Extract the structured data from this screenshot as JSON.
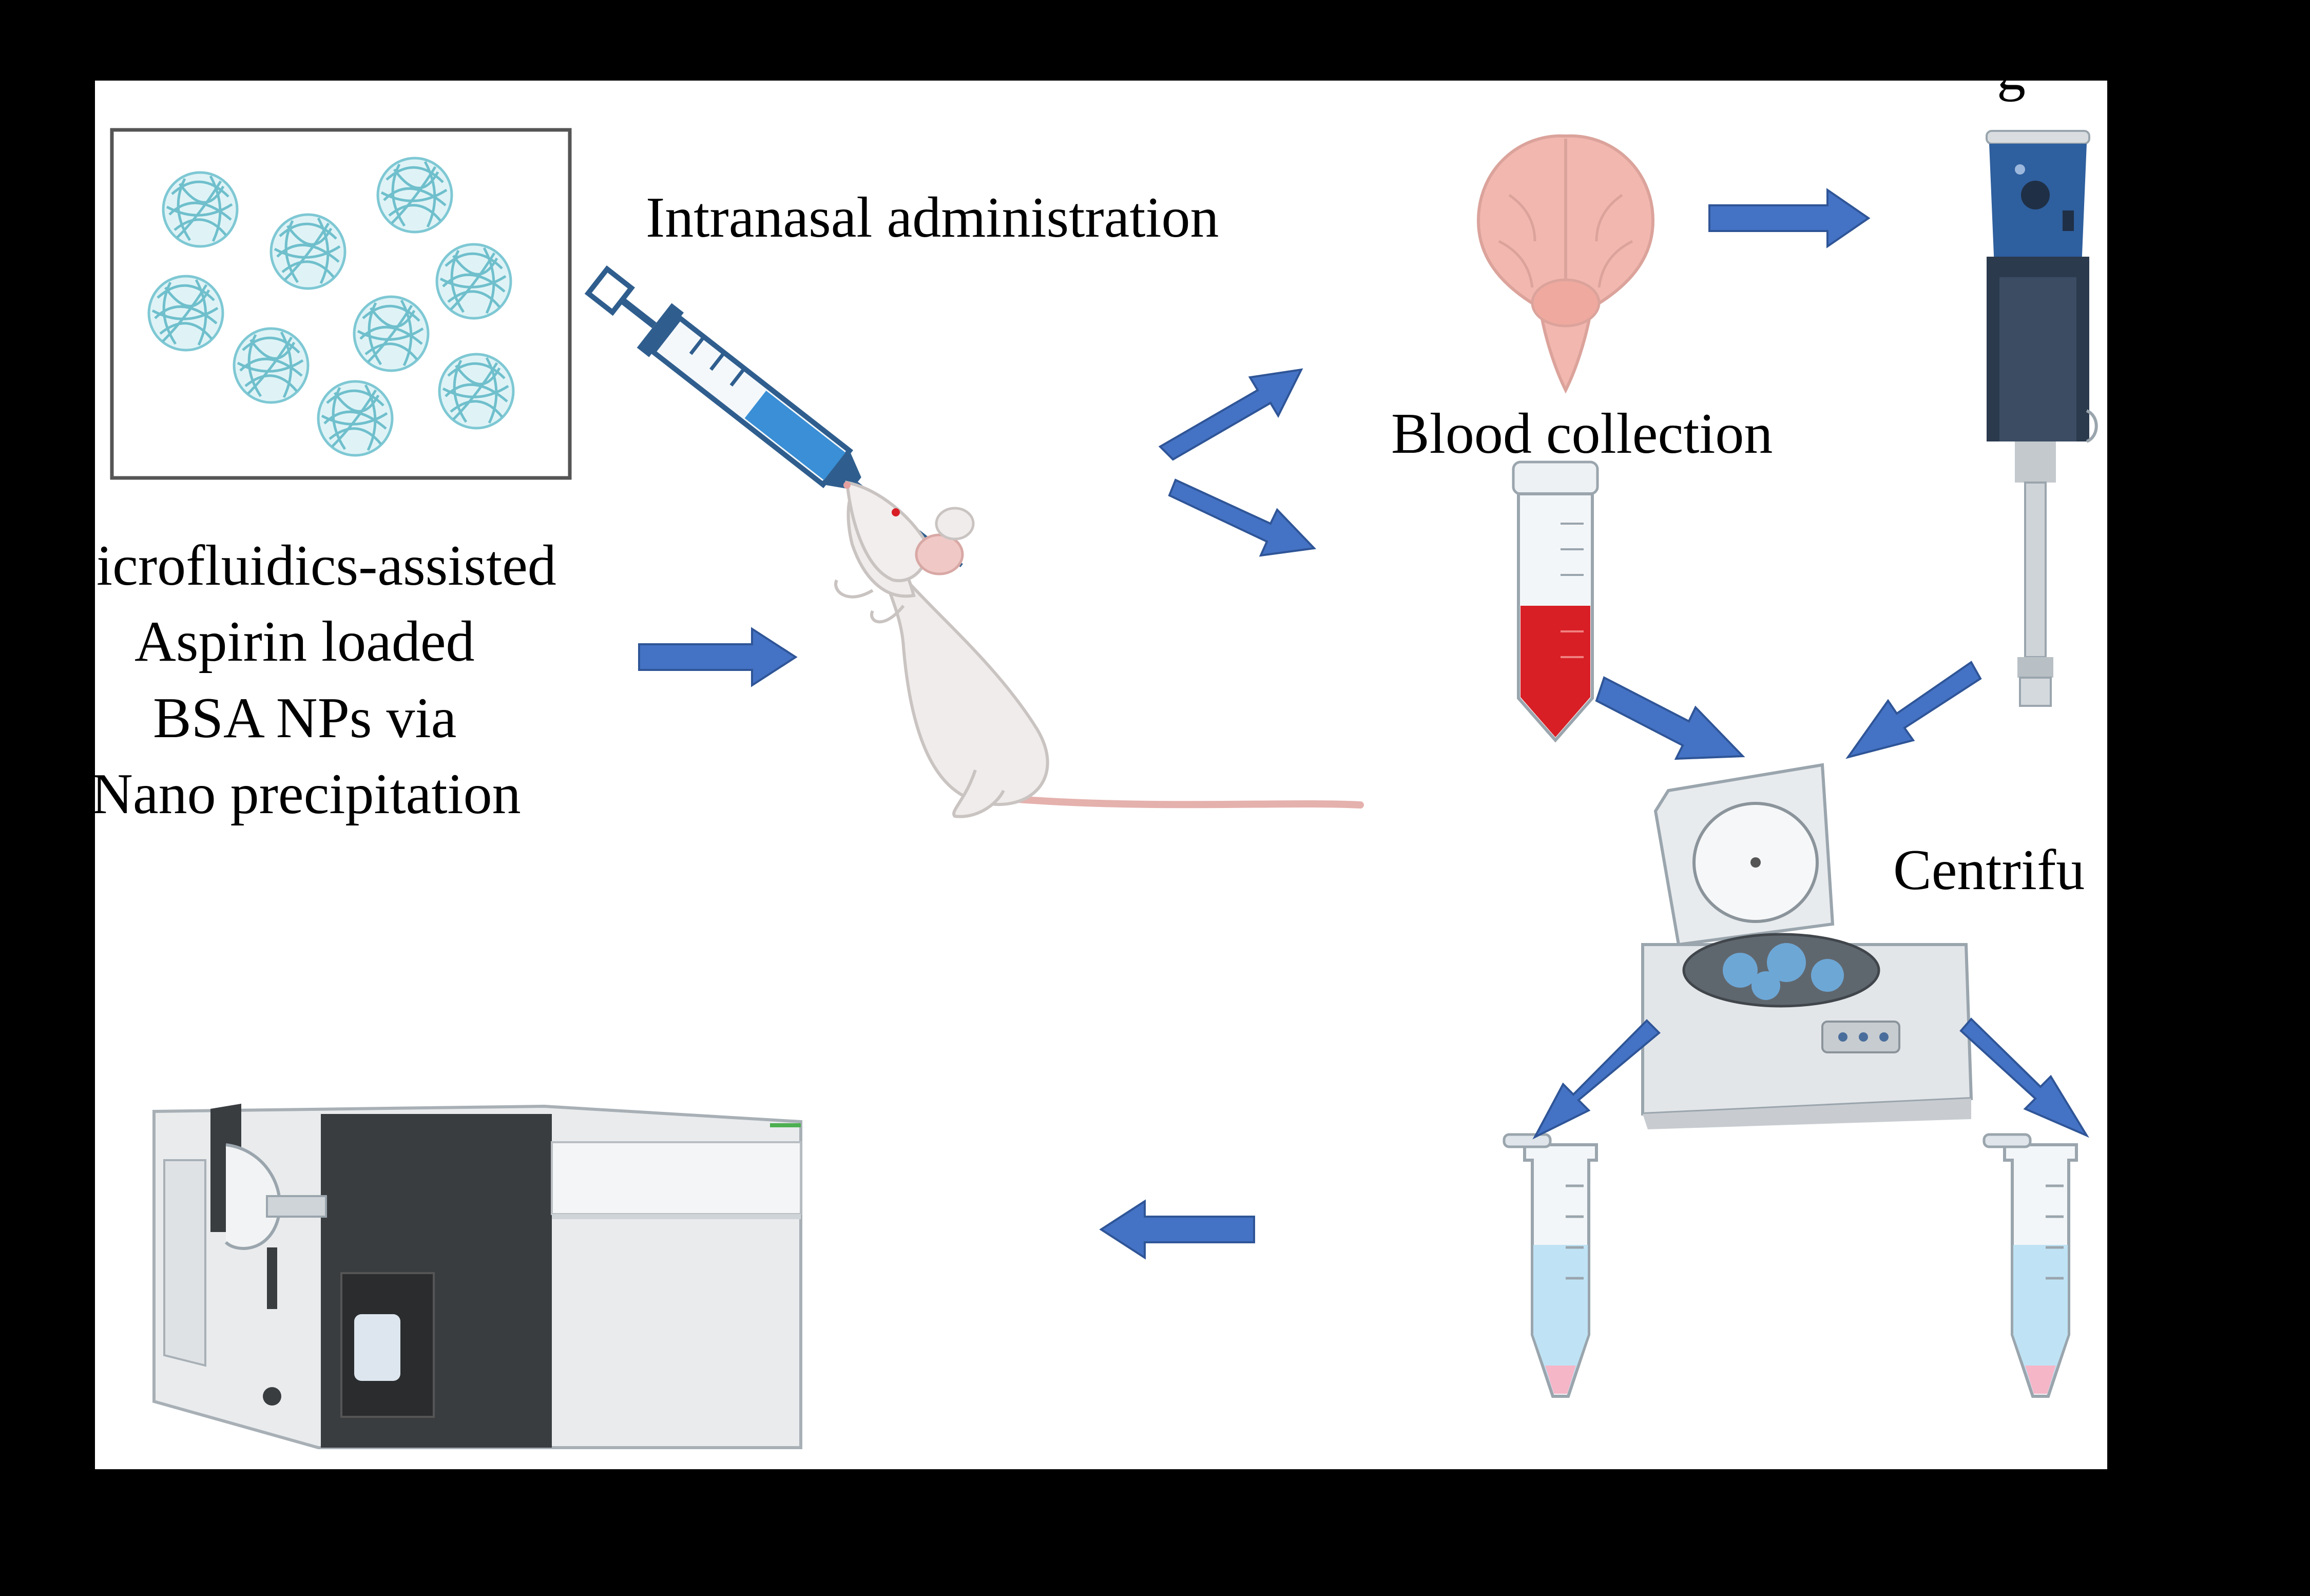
{
  "labels": {
    "intranasal": "Intranasal administration",
    "blood": "Blood collection",
    "centrifuge": "Centrifu",
    "top_right_fragment": "g",
    "nps_line1": "icrofluidics-assisted",
    "nps_line2": "Aspirin loaded",
    "nps_line3": "BSA NPs via",
    "nps_line4": "Nano precipitation"
  },
  "colors": {
    "frame_background": "#000000",
    "panel_background": "#ffffff",
    "arrow": "#4472c4",
    "arrow_stroke": "#2f5597",
    "nanoparticle": "#7ec8d4",
    "blood": "#d81f26",
    "tube_liquid": "#bfe3f5",
    "tube_tip": "#f5b6c8",
    "brain": "#f2b8b0",
    "homogenizer": "#2e5f9e",
    "instrument_dark": "#3a3d40"
  },
  "icons": [
    "nanoparticle-icon",
    "syringe-icon",
    "mouse-icon",
    "brain-icon",
    "blood-tube-icon",
    "homogenizer-icon",
    "centrifuge-icon",
    "eppendorf-tube-icon",
    "lcms-instrument-icon",
    "arrow-icon"
  ]
}
